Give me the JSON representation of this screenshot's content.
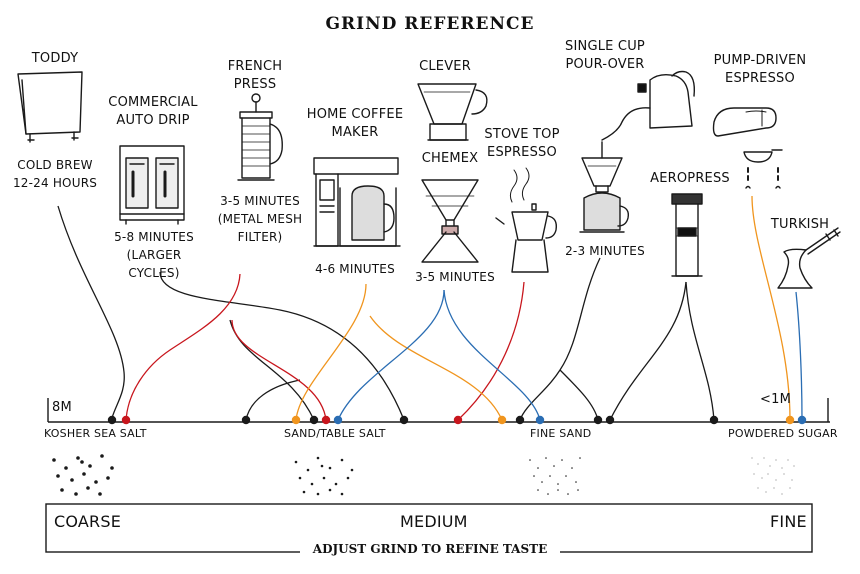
{
  "title": "GRIND REFERENCE",
  "methods": {
    "toddy": {
      "name": "TODDY",
      "detail1": "COLD BREW",
      "detail2": "12-24 HOURS"
    },
    "auto_drip": {
      "name1": "COMMERCIAL",
      "name2": "AUTO DRIP",
      "detail1": "5-8 MINUTES",
      "detail2": "(LARGER CYCLES)"
    },
    "french_press": {
      "name": "FRENCH PRESS",
      "detail1": "3-5 MINUTES",
      "detail2": "(METAL MESH",
      "detail3": "FILTER)"
    },
    "home_coffee_maker": {
      "name1": "HOME COFFEE",
      "name2": "MAKER",
      "detail1": "4-6 MINUTES"
    },
    "clever": {
      "name": "CLEVER"
    },
    "chemex": {
      "name": "CHEMEX",
      "detail1": "3-5 MINUTES"
    },
    "stove_top": {
      "name1": "STOVE TOP",
      "name2": "ESPRESSO"
    },
    "pour_over": {
      "name1": "SINGLE CUP",
      "name2": "POUR-OVER",
      "detail1": "2-3 MINUTES"
    },
    "aeropress": {
      "name": "AEROPRESS"
    },
    "espresso": {
      "name1": "PUMP-DRIVEN",
      "name2": "ESPRESSO"
    },
    "turkish": {
      "name": "TURKISH"
    }
  },
  "scale": {
    "left_size": "8M",
    "right_size": "<1M",
    "ref_kosher": "KOSHER SEA SALT",
    "ref_table": "SAND/TABLE SALT",
    "ref_sand": "FINE SAND",
    "ref_sugar": "POWDERED SUGAR"
  },
  "bar": {
    "coarse": "COARSE",
    "medium": "MEDIUM",
    "fine": "FINE"
  },
  "footer": "ADJUST GRIND TO REFINE TASTE",
  "colors": {
    "black": "#1a1a1a",
    "red": "#c8161d",
    "orange": "#f0951e",
    "blue": "#2a6db3"
  }
}
